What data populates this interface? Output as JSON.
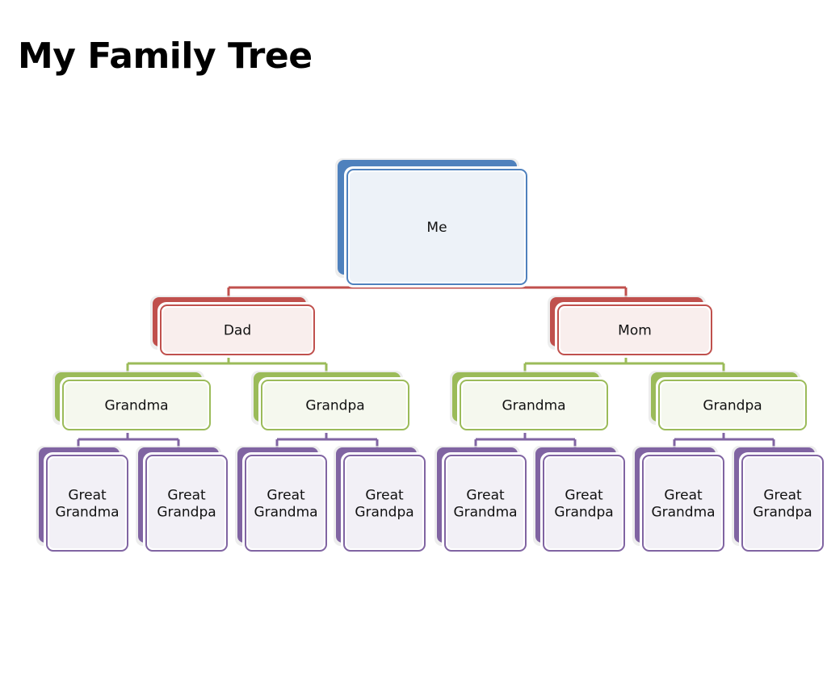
{
  "title": "My Family Tree",
  "colors": {
    "me": "#4f81bd",
    "parents": "#c0504d",
    "grandparents": "#9bbb59",
    "great_grandparents": "#8064a2"
  },
  "tree": {
    "me": "Me",
    "parents": [
      "Dad",
      "Mom"
    ],
    "grandparents": [
      "Grandma",
      "Grandpa",
      "Grandma",
      "Grandpa"
    ],
    "great_grandparents": [
      "Great Grandma",
      "Great Grandpa",
      "Great Grandma",
      "Great Grandpa",
      "Great Grandma",
      "Great Grandpa",
      "Great Grandma",
      "Great Grandpa"
    ]
  }
}
